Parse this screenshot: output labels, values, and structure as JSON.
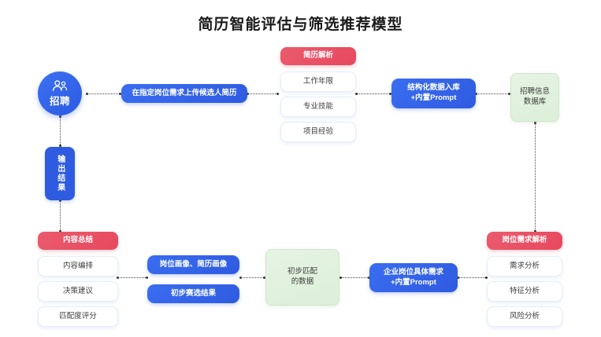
{
  "page": {
    "title": "简历智能评估与筛选推荐模型",
    "background": "#ffffff"
  },
  "colors": {
    "blue": "#2f5be0",
    "blue_light": "#3a6df0",
    "red": "#e8495f",
    "red_light": "#ea5a6d",
    "green_fill": "#e3f2e0",
    "green_border": "#cfe6c8",
    "card_border": "#e4ecfb",
    "connector": "#4a4a4a",
    "text": "#3c3c3c"
  },
  "nodes": {
    "recruit_circle": {
      "label": "招聘",
      "icon": "people-icon"
    },
    "upload": {
      "label": "在指定岗位需求上传候选人简历"
    },
    "output_result": {
      "label": "输出结果"
    },
    "resume_parse": {
      "header": "简历解析",
      "items": [
        "工作年限",
        "专业技能",
        "项目经验"
      ]
    },
    "structured_store": {
      "label": "结构化数据入库\n+内置Prompt"
    },
    "recruit_db": {
      "label": "招聘信息\n数据库"
    },
    "content_summary": {
      "header": "内容总结",
      "items": [
        "内容编排",
        "决策建议",
        "匹配度评分"
      ]
    },
    "portrait": {
      "label": "岗位画像、简历画像"
    },
    "prelim_screen": {
      "label": "初步赛选结果"
    },
    "matched_data": {
      "label": "初步匹配\n的数据"
    },
    "enterprise_req": {
      "label": "企业岗位具体需求\n+内置Prompt"
    },
    "job_req_parse": {
      "header": "岗位需求解析",
      "items": [
        "需求分析",
        "特征分析",
        "风险分析"
      ]
    }
  }
}
